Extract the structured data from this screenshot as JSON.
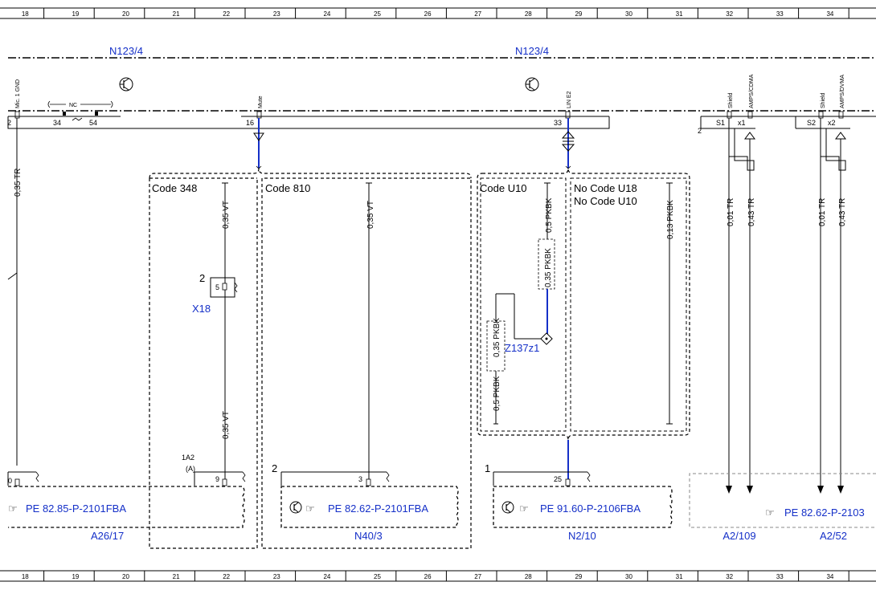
{
  "ruler_numbers": [
    "18",
    "19",
    "20",
    "21",
    "22",
    "23",
    "24",
    "25",
    "26",
    "27",
    "28",
    "29",
    "30",
    "31",
    "32",
    "33",
    "34"
  ],
  "component_labels": {
    "n123_left": "N123/4",
    "n123_right": "N123/4",
    "a26": "A26/17",
    "n40": "N40/3",
    "n2": "N2/10",
    "a2_109": "A2/109",
    "a2_52": "A2/52",
    "x18": "X18",
    "z137": "Z137z1"
  },
  "pin_labels": {
    "mic_gnd": "Mic. 1 GND",
    "nc": "NC",
    "mute": "Mute",
    "lin": "LIN E2",
    "shield1": "Shield",
    "amps1": "AMPS/CDMA",
    "shield2": "Shield",
    "amps2": "AMPS/DVMA",
    "p2": "2",
    "p34": "34",
    "p54": "54",
    "p16": "16",
    "p33": "33",
    "s1": "S1",
    "x1": "x1",
    "s2": "S2",
    "x2": "x2",
    "p2b": "2",
    "x18_pin": "5",
    "x18_num": "2",
    "a1a2": "1A2",
    "a_paren": "(A)",
    "pin9": "9",
    "n40_num": "2",
    "pin3": "3",
    "n2_num": "1",
    "pin25": "25",
    "a26_pin": "0"
  },
  "code_boxes": {
    "code348": "Code 348",
    "code810": "Code 810",
    "codeu10": "Code U10",
    "nocodeu18": "No Code U18",
    "nocodeu10": "No Code U10"
  },
  "wire_labels": {
    "w_035tr": "0,35 TR",
    "w_035vt_a": "0,35 VT",
    "w_035vt_b": "0,35 VT",
    "w_035vt_c": "0,35 VT",
    "w_05pkbk_a": "0,5 PKBK",
    "w_035pkbk_a": "0,35 PKBK",
    "w_035pkbk_b": "0,35 PKBK",
    "w_05pkbk_b": "0,5 PKBK",
    "w_013pkbk": "0,13 PKBK",
    "w_001tr_a": "0,01 TR",
    "w_043tr_a": "0,43 TR",
    "w_001tr_b": "0,01 TR",
    "w_043tr_b": "0,43 TR"
  },
  "references": {
    "pe_a26": "PE 82.85-P-2101FBA",
    "pe_n40": "PE 82.62-P-2101FBA",
    "pe_n2": "PE 91.60-P-2106FBA",
    "pe_a2": "PE 82.62-P-2103"
  },
  "colors": {
    "wire_blue": "#1530c8",
    "text_blue": "#1530c8"
  }
}
